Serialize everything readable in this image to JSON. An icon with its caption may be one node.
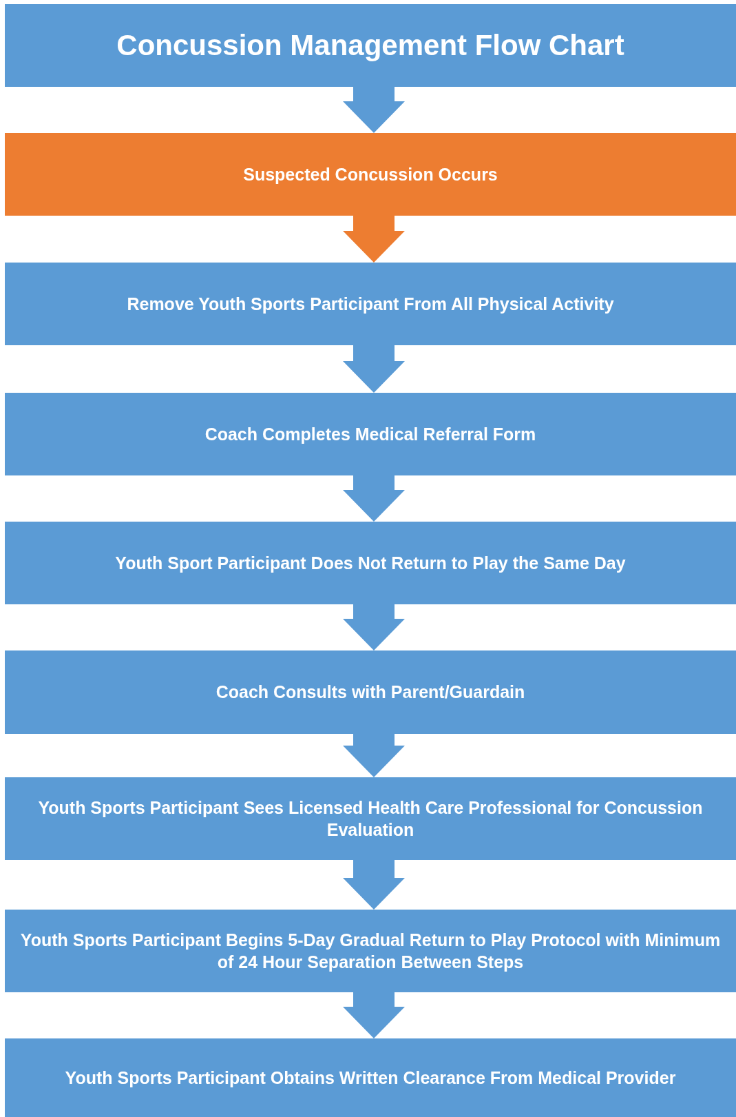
{
  "diagram": {
    "nodes": [
      {
        "text": [
          "Concussion Management Flow Chart"
        ]
      },
      {
        "text": [
          "Suspected Concussion Occurs"
        ]
      },
      {
        "text": [
          "Remove Youth Sports Participant From All Physical Activity"
        ]
      },
      {
        "text": [
          "Coach Completes Medical Referral Form"
        ]
      },
      {
        "text": [
          "Youth Sport Participant Does Not Return to Play the Same Day"
        ]
      },
      {
        "text": [
          "Coach Consults with Parent/Guardain"
        ]
      },
      {
        "text": [
          "Youth Sports Participant Sees Licensed Health Care Professional for Concussion Evaluation"
        ]
      },
      {
        "text": [
          "Youth Sports Participant Begins 5-Day Gradual Return to Play Protocol with Minimum of 24 Hour Separation Between Steps"
        ]
      },
      {
        "text": [
          "Youth Sports Participant Obtains Written Clearance From Medical Provider"
        ]
      }
    ],
    "edges": [
      {
        "from": 0,
        "to": 1,
        "arrow": "to"
      },
      {
        "from": 1,
        "to": 2,
        "arrow": "to",
        "color": "#ed7d31"
      },
      {
        "from": 2,
        "to": 3,
        "arrow": "to"
      },
      {
        "from": 3,
        "to": 4,
        "arrow": "to"
      },
      {
        "from": 4,
        "to": 5,
        "arrow": "to"
      },
      {
        "from": 5,
        "to": 6,
        "arrow": "to"
      },
      {
        "from": 6,
        "to": 7,
        "arrow": "to"
      },
      {
        "from": 7,
        "to": 8,
        "arrow": "to"
      }
    ]
  }
}
